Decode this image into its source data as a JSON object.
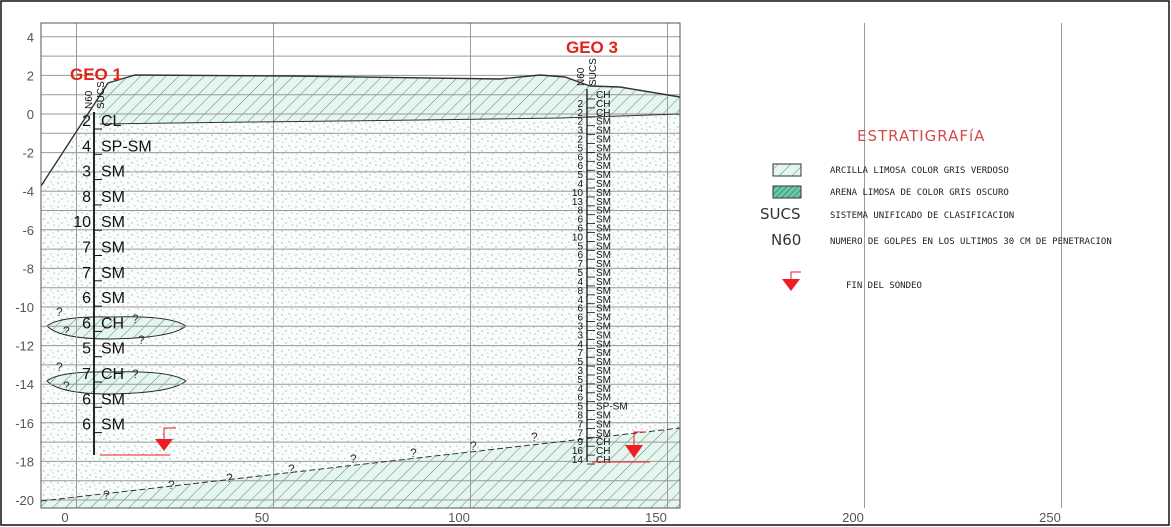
{
  "axes": {
    "x_ticks": [
      "0",
      "50",
      "100",
      "150",
      "200",
      "250"
    ],
    "y_ticks": [
      "4",
      "2",
      "0",
      "-2",
      "-4",
      "-6",
      "-8",
      "-10",
      "-12",
      "-14",
      "-16",
      "-18",
      "-20"
    ]
  },
  "boreholes": [
    {
      "title": "GEO 1",
      "header_n60": "N60",
      "header_sucs": "SUCS",
      "layers": [
        {
          "n60": "2",
          "sucs": "CL"
        },
        {
          "n60": "4",
          "sucs": "SP-SM"
        },
        {
          "n60": "3",
          "sucs": "SM"
        },
        {
          "n60": "8",
          "sucs": "SM"
        },
        {
          "n60": "10",
          "sucs": "SM"
        },
        {
          "n60": "7",
          "sucs": "SM"
        },
        {
          "n60": "7",
          "sucs": "SM"
        },
        {
          "n60": "6",
          "sucs": "SM"
        },
        {
          "n60": "6",
          "sucs": "CH"
        },
        {
          "n60": "5",
          "sucs": "SM"
        },
        {
          "n60": "7",
          "sucs": "CH"
        },
        {
          "n60": "6",
          "sucs": "SM"
        },
        {
          "n60": "6",
          "sucs": "SM"
        }
      ]
    },
    {
      "title": "GEO 3",
      "header_n60": "N60",
      "header_sucs": "SUCS",
      "layers": [
        {
          "n60": "",
          "sucs": "CH"
        },
        {
          "n60": "2",
          "sucs": "CH"
        },
        {
          "n60": "2",
          "sucs": "CH"
        },
        {
          "n60": "2",
          "sucs": "SM"
        },
        {
          "n60": "3",
          "sucs": "SM"
        },
        {
          "n60": "2",
          "sucs": "SM"
        },
        {
          "n60": "5",
          "sucs": "SM"
        },
        {
          "n60": "6",
          "sucs": "SM"
        },
        {
          "n60": "6",
          "sucs": "SM"
        },
        {
          "n60": "5",
          "sucs": "SM"
        },
        {
          "n60": "4",
          "sucs": "SM"
        },
        {
          "n60": "10",
          "sucs": "SM"
        },
        {
          "n60": "13",
          "sucs": "SM"
        },
        {
          "n60": "8",
          "sucs": "SM"
        },
        {
          "n60": "6",
          "sucs": "SM"
        },
        {
          "n60": "6",
          "sucs": "SM"
        },
        {
          "n60": "10",
          "sucs": "SM"
        },
        {
          "n60": "5",
          "sucs": "SM"
        },
        {
          "n60": "6",
          "sucs": "SM"
        },
        {
          "n60": "7",
          "sucs": "SM"
        },
        {
          "n60": "5",
          "sucs": "SM"
        },
        {
          "n60": "4",
          "sucs": "SM"
        },
        {
          "n60": "8",
          "sucs": "SM"
        },
        {
          "n60": "4",
          "sucs": "SM"
        },
        {
          "n60": "6",
          "sucs": "SM"
        },
        {
          "n60": "6",
          "sucs": "SM"
        },
        {
          "n60": "3",
          "sucs": "SM"
        },
        {
          "n60": "3",
          "sucs": "SM"
        },
        {
          "n60": "4",
          "sucs": "SM"
        },
        {
          "n60": "7",
          "sucs": "SM"
        },
        {
          "n60": "5",
          "sucs": "SM"
        },
        {
          "n60": "3",
          "sucs": "SM"
        },
        {
          "n60": "5",
          "sucs": "SM"
        },
        {
          "n60": "4",
          "sucs": "SM"
        },
        {
          "n60": "6",
          "sucs": "SM"
        },
        {
          "n60": "5",
          "sucs": "SP-SM"
        },
        {
          "n60": "8",
          "sucs": "SM"
        },
        {
          "n60": "7",
          "sucs": "SM"
        },
        {
          "n60": "7",
          "sucs": "SM"
        },
        {
          "n60": "9",
          "sucs": "CH"
        },
        {
          "n60": "16",
          "sucs": "CH"
        },
        {
          "n60": "14",
          "sucs": "CH"
        }
      ]
    }
  ],
  "question_mark": "?",
  "legend": {
    "title": "ESTRATIGRAFíA",
    "items": [
      {
        "symbol": "hatch-light",
        "text": "ARCILLA LIMOSA COLOR GRIS VERDOSO"
      },
      {
        "symbol": "hatch-dark",
        "text": "ARENA LIMOSA DE COLOR GRIS OSCURO"
      },
      {
        "symbol": "SUCS",
        "text": "SISTEMA UNIFICADO DE CLASIFICACION"
      },
      {
        "symbol": "N60",
        "text": "NUMERO DE GOLPES EN LOS ULTIMOS 30 CM DE PENETRACION"
      },
      {
        "symbol": "arrow",
        "text": "FIN DEL SONDEO"
      }
    ]
  },
  "colors": {
    "clay_hatch": "#2f9b7a",
    "sand_dots": "#7fb7a6",
    "grid": "#9a9a9a",
    "geo_title": "#e2231a",
    "end_arrow": "#ee1c25",
    "legend_title": "#d64a4a"
  }
}
